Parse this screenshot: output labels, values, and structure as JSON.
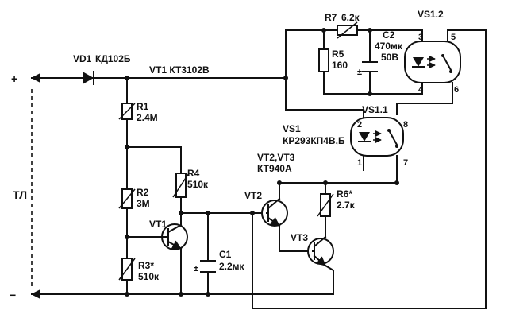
{
  "terminals": {
    "plus": "+",
    "minus": "−",
    "load": "ТЛ"
  },
  "supply_line": "VT1 КТ3102В",
  "diode": {
    "ref": "VD1",
    "type": "КД102Б"
  },
  "resistors": {
    "r1": {
      "ref": "R1",
      "value": "2.4M"
    },
    "r2": {
      "ref": "R2",
      "value": "3M"
    },
    "r3": {
      "ref": "R3*",
      "value": "510к"
    },
    "r4": {
      "ref": "R4",
      "value": "510к"
    },
    "r5": {
      "ref": "R5",
      "value": "160"
    },
    "r6": {
      "ref": "R6*",
      "value": "2.7к"
    },
    "r7": {
      "ref": "R7",
      "value": "6.2к"
    }
  },
  "capacitors": {
    "c1": {
      "ref": "C1",
      "value": "2.2мк"
    },
    "c2": {
      "ref": "C2",
      "value": "470мк",
      "voltage": "50В"
    }
  },
  "transistors": {
    "vt1": "VT1",
    "vt2": "VT2",
    "vt3": "VT3",
    "pair_ref": "VT2,VT3",
    "pair_type": "КТ940А"
  },
  "optorelay": {
    "ref": "VS1",
    "type": "КР293КП4В,Б",
    "ch1": "VS1.1",
    "ch2": "VS1.2",
    "pins": {
      "p1": "1",
      "p2": "2",
      "p3": "3",
      "p4": "4",
      "p5": "5",
      "p6": "6",
      "p7": "7",
      "p8": "8"
    }
  }
}
